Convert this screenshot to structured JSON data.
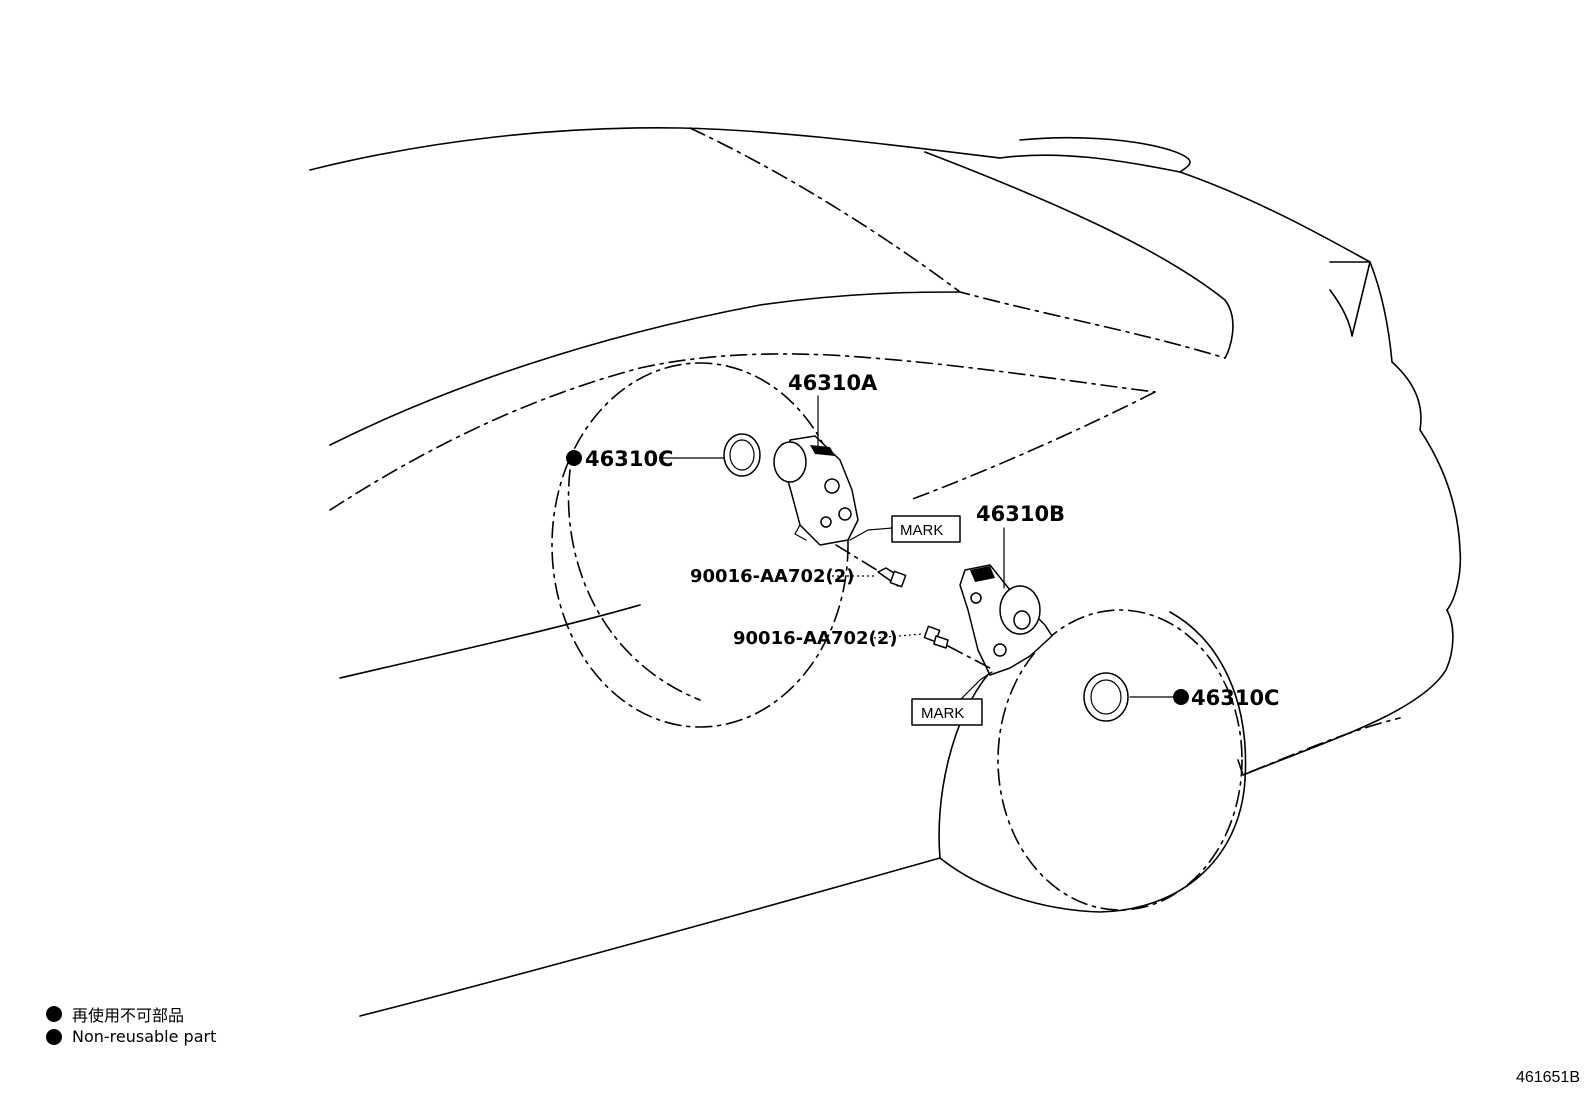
{
  "labels": {
    "sensor_a": "46310A",
    "sensor_b": "46310B",
    "oring_a": "46310C",
    "oring_b": "46310C",
    "bolt_a": "90016-AA702(2)",
    "bolt_b": "90016-AA702(2)",
    "mark_a": "MARK",
    "mark_b": "MARK"
  },
  "legend": {
    "line_jp": "再使用不可部品",
    "line_en": "Non-reusable part"
  },
  "figure_id": "461651B"
}
